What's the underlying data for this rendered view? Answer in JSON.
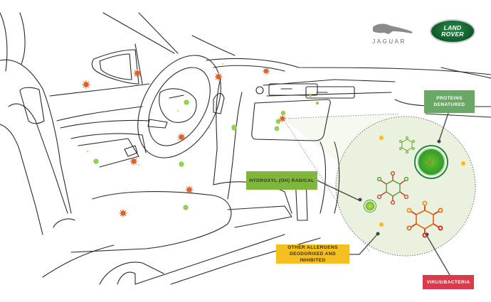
{
  "brands": {
    "jaguar": {
      "name": "JAGUAR",
      "icon": "leaping-jaguar-icon"
    },
    "land_rover": {
      "line1": "LAND",
      "line2": "ROVER",
      "icon": "land-rover-oval-icon"
    }
  },
  "labels": {
    "proteins": {
      "line1": "PROTEINS",
      "line2": "DENATURED",
      "color": "#6aa865"
    },
    "hydroxyl": {
      "text": "HYDROXYL (OH) RADICAL",
      "color": "#80b63e"
    },
    "allergens": {
      "line1": "OTHER ALLERGENS",
      "line2": "DEODORISED AND INHIBITED",
      "color": "#f4c020"
    },
    "virus": {
      "text": "VIRUS/BACTERIA",
      "color": "#d93b4a"
    }
  },
  "colors": {
    "line": "#2a2a2a",
    "radical": "#7cc234",
    "pathogen": "#e0602a",
    "allergen_dot": "#f0b020",
    "magnify_fill": "#eaf2df"
  },
  "icons": [
    "green-radical-dot-icon",
    "orange-pathogen-icon",
    "yellow-allergen-dot-icon",
    "protein-cell-icon",
    "virus-molecule-icon"
  ]
}
